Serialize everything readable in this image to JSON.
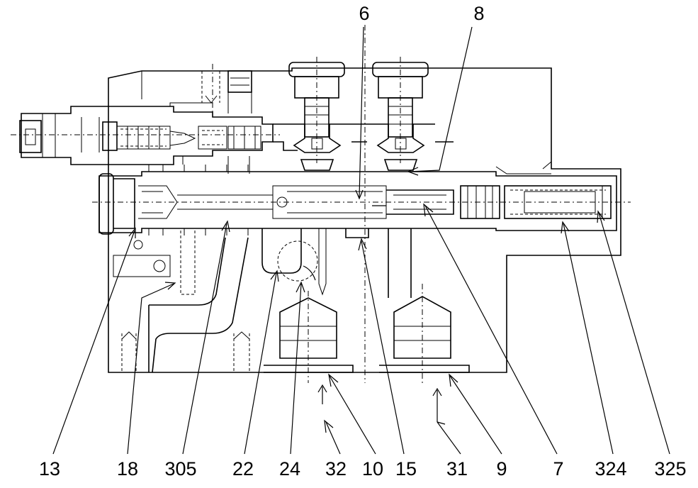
{
  "labels": {
    "top_6": "6",
    "top_8": "8",
    "b13": "13",
    "b18": "18",
    "b305": "305",
    "b22": "22",
    "b24": "24",
    "b32": "32",
    "b10": "10",
    "b15": "15",
    "b31": "31",
    "b9": "9",
    "b7": "7",
    "b324": "324",
    "b325": "325"
  }
}
